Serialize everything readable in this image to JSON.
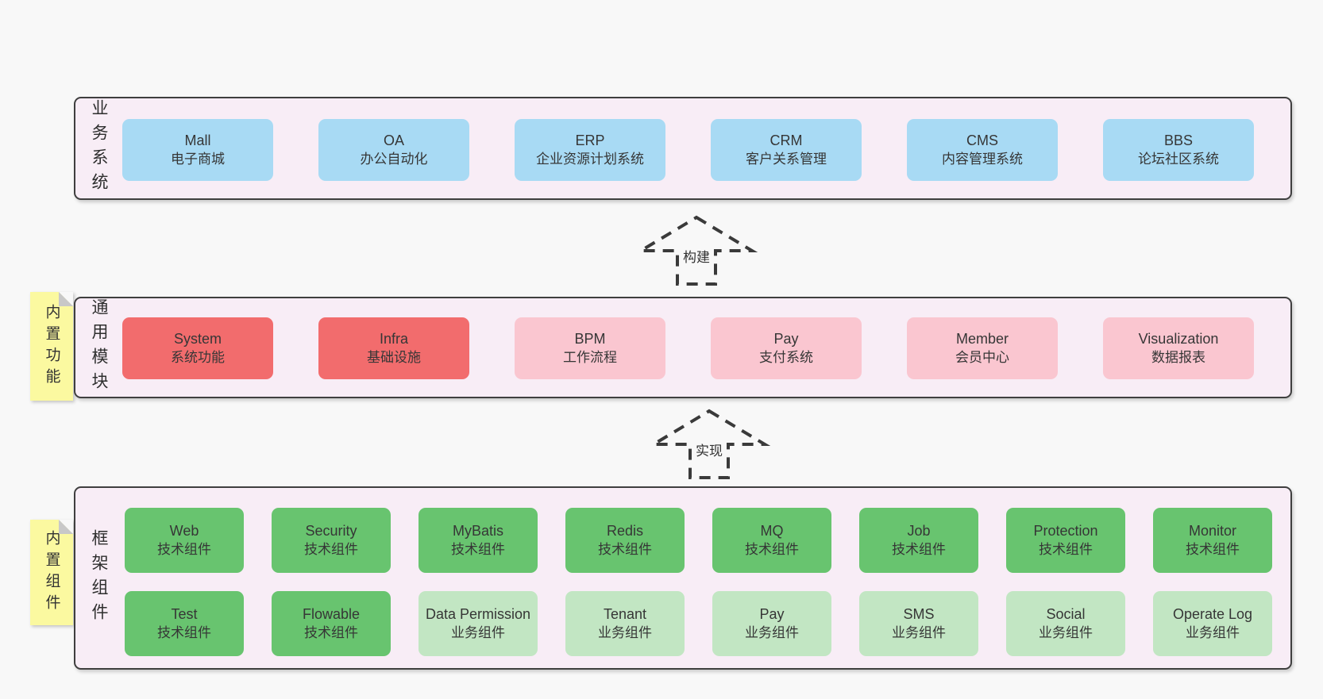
{
  "colors": {
    "page-bg": "#f8f8f8",
    "panel-bg": "#f8edf6",
    "line": "#3f3f3f",
    "text": "#363636",
    "blue": "#a8daf4",
    "red": "#f26c6d",
    "pink": "#fac6d0",
    "green": "#68c46f",
    "lightgreen": "#c2e6c3",
    "yellow": "#fbf9a0",
    "fold": "#c8c8c8"
  },
  "arrows": [
    {
      "label": "构建"
    },
    {
      "label": "实现"
    }
  ],
  "layers": [
    {
      "label": "业务系统",
      "boxes": [
        {
          "name": "Mall",
          "desc": "电子商城",
          "type": "blue"
        },
        {
          "name": "OA",
          "desc": "办公自动化",
          "type": "blue"
        },
        {
          "name": "ERP",
          "desc": "企业资源计划系统",
          "type": "blue"
        },
        {
          "name": "CRM",
          "desc": "客户关系管理",
          "type": "blue"
        },
        {
          "name": "CMS",
          "desc": "内容管理系统",
          "type": "blue"
        },
        {
          "name": "BBS",
          "desc": "论坛社区系统",
          "type": "blue"
        }
      ]
    },
    {
      "label": "通用模块",
      "note": "内置功能",
      "boxes": [
        {
          "name": "System",
          "desc": "系统功能",
          "type": "red"
        },
        {
          "name": "Infra",
          "desc": "基础设施",
          "type": "red"
        },
        {
          "name": "BPM",
          "desc": "工作流程",
          "type": "pink"
        },
        {
          "name": "Pay",
          "desc": "支付系统",
          "type": "pink"
        },
        {
          "name": "Member",
          "desc": "会员中心",
          "type": "pink"
        },
        {
          "name": "Visualization",
          "desc": "数据报表",
          "type": "pink"
        }
      ]
    },
    {
      "label": "框架组件",
      "note": "内置组件",
      "rows": [
        [
          {
            "name": "Web",
            "desc": "技术组件",
            "type": "green"
          },
          {
            "name": "Security",
            "desc": "技术组件",
            "type": "green"
          },
          {
            "name": "MyBatis",
            "desc": "技术组件",
            "type": "green"
          },
          {
            "name": "Redis",
            "desc": "技术组件",
            "type": "green"
          },
          {
            "name": "MQ",
            "desc": "技术组件",
            "type": "green"
          },
          {
            "name": "Job",
            "desc": "技术组件",
            "type": "green"
          },
          {
            "name": "Protection",
            "desc": "技术组件",
            "type": "green"
          },
          {
            "name": "Monitor",
            "desc": "技术组件",
            "type": "green"
          }
        ],
        [
          {
            "name": "Test",
            "desc": "技术组件",
            "type": "green"
          },
          {
            "name": "Flowable",
            "desc": "技术组件",
            "type": "green"
          },
          {
            "name": "Data Permission",
            "desc": "业务组件",
            "type": "lightgreen"
          },
          {
            "name": "Tenant",
            "desc": "业务组件",
            "type": "lightgreen"
          },
          {
            "name": "Pay",
            "desc": "业务组件",
            "type": "lightgreen"
          },
          {
            "name": "SMS",
            "desc": "业务组件",
            "type": "lightgreen"
          },
          {
            "name": "Social",
            "desc": "业务组件",
            "type": "lightgreen"
          },
          {
            "name": "Operate Log",
            "desc": "业务组件",
            "type": "lightgreen"
          }
        ]
      ]
    }
  ]
}
